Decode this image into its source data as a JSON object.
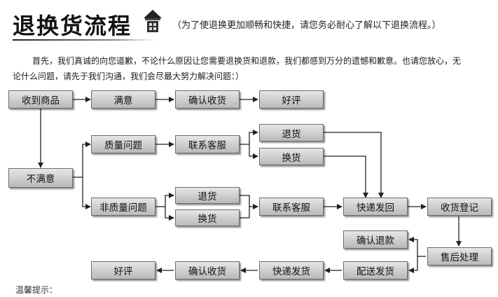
{
  "header": {
    "title": "退换货流程",
    "subtitle": "（为了使退换更加顺畅和快捷，请您务必耐心了解以下退换流程。）"
  },
  "intro": {
    "line1": "首先，我们真诚的向您道歉，不论什么原因让您需要退换货和退款，我们都感到万分的遗憾和歉意。也请您放心，无",
    "line2": "论什么问题，请先于我们沟通，我们会尽最大努力解决问题：）"
  },
  "flow": {
    "received": "收到商品",
    "satisfied": "满意",
    "confirm_receipt_top": "确认收货",
    "good_review_top": "好评",
    "not_satisfied": "不满意",
    "quality_issue": "质量问题",
    "contact_service_1": "联系客服",
    "return_1": "退货",
    "exchange_1": "换货",
    "non_quality_issue": "非质量问题",
    "return_2": "退货",
    "exchange_2": "换货",
    "contact_service_2": "联系客服",
    "express_send_back": "快递发回",
    "receipt_register": "收货登记",
    "confirm_refund": "确认退款",
    "after_sales": "售后处理",
    "delivery_ship": "配送发货",
    "express_ship": "快递发货",
    "confirm_receipt_bottom": "确认收货",
    "good_review_bottom": "好评"
  },
  "footer": {
    "tips": "温馨提示："
  }
}
